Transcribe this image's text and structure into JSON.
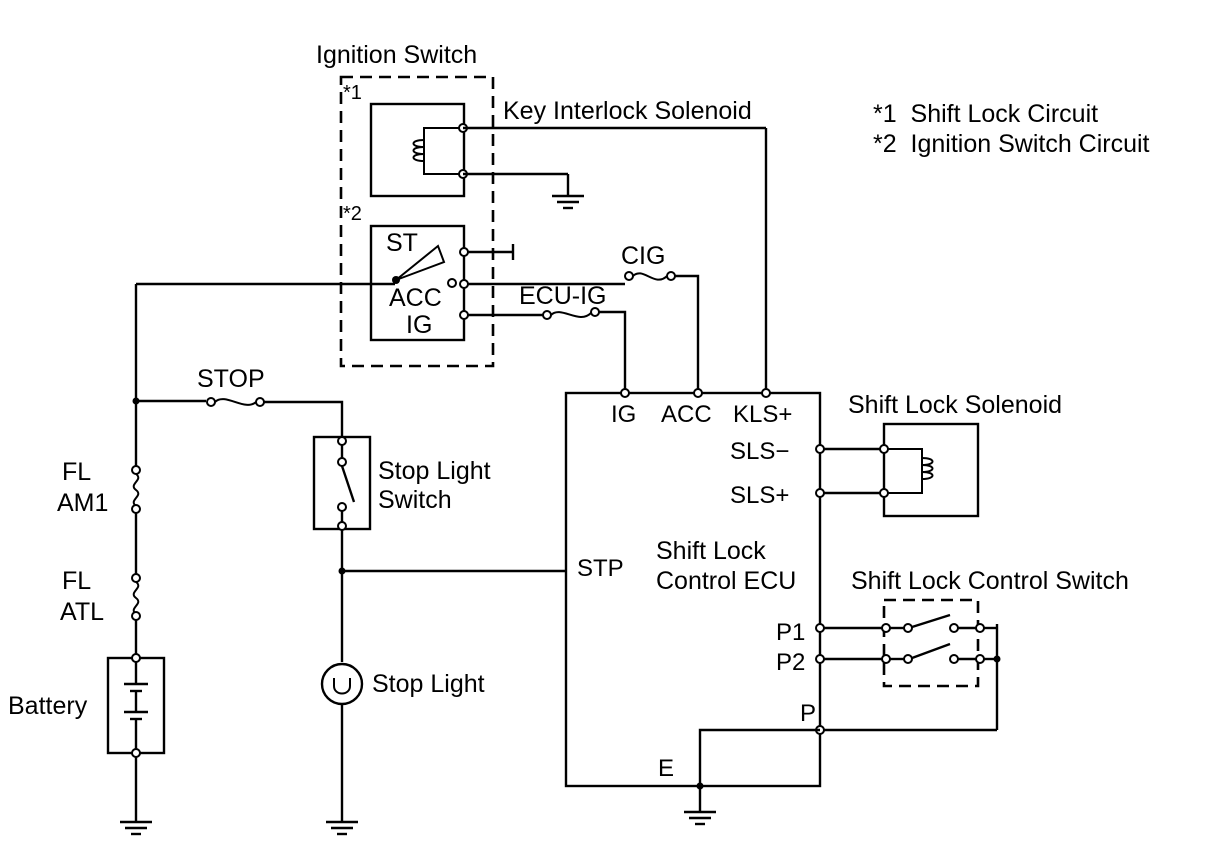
{
  "legend": {
    "line1": "*1  Shift Lock Circuit",
    "line2": "*2  Ignition Switch Circuit"
  },
  "ignition_switch": {
    "title": "Ignition Switch",
    "mark1": "*1",
    "mark2": "*2",
    "key_interlock": "Key Interlock Solenoid",
    "st": "ST",
    "acc": "ACC",
    "ig": "IG"
  },
  "fuses": {
    "cig": "CIG",
    "ecu_ig": "ECU-IG",
    "stop": "STOP",
    "fl_am1_a": "FL",
    "fl_am1_b": "AM1",
    "fl_atl_a": "FL",
    "fl_atl_b": "ATL"
  },
  "battery": "Battery",
  "stop_light_switch": {
    "line1": "Stop Light",
    "line2": "Switch"
  },
  "stop_light": "Stop Light",
  "ecu": {
    "line1": "Shift Lock",
    "line2": "Control ECU",
    "pins": {
      "ig": "IG",
      "acc": "ACC",
      "kls": "KLS+",
      "sls_minus": "SLS−",
      "sls_plus": "SLS+",
      "stp": "STP",
      "p1": "P1",
      "p2": "P2",
      "p": "P",
      "e": "E"
    }
  },
  "shift_lock_solenoid": "Shift Lock Solenoid",
  "shift_lock_control_switch": "Shift Lock Control Switch"
}
